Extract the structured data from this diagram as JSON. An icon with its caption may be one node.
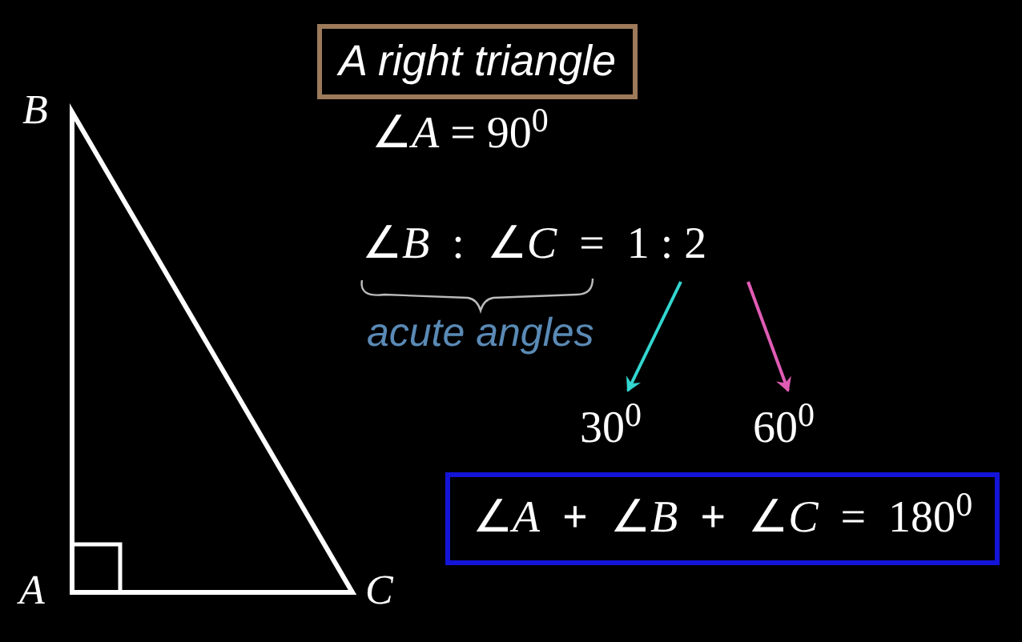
{
  "diagram": {
    "nodes": [
      {
        "text": [
          "A right triangle"
        ]
      },
      {
        "text": [
          "∠*B*  :  ∠*C*  =  1 : 2"
        ]
      },
      {
        "text": [
          "30$^{0}$"
        ]
      },
      {
        "text": [
          "60$^{0}$"
        ]
      },
      {
        "text": [
          "∠*A*  **+**  ∠*B*  **+**  ∠*C*  =  180$^{0}$"
        ]
      }
    ],
    "edges": [
      {
        "from": 1,
        "to": 2,
        "arrow": "to",
        "color": "#33d6d0"
      },
      {
        "from": 1,
        "to": 3,
        "arrow": "to",
        "color": "#e05cb4"
      }
    ],
    "labels": [
      "B",
      "A",
      "C",
      "∠*A* = 90$^{0}$",
      "acute angles"
    ]
  }
}
